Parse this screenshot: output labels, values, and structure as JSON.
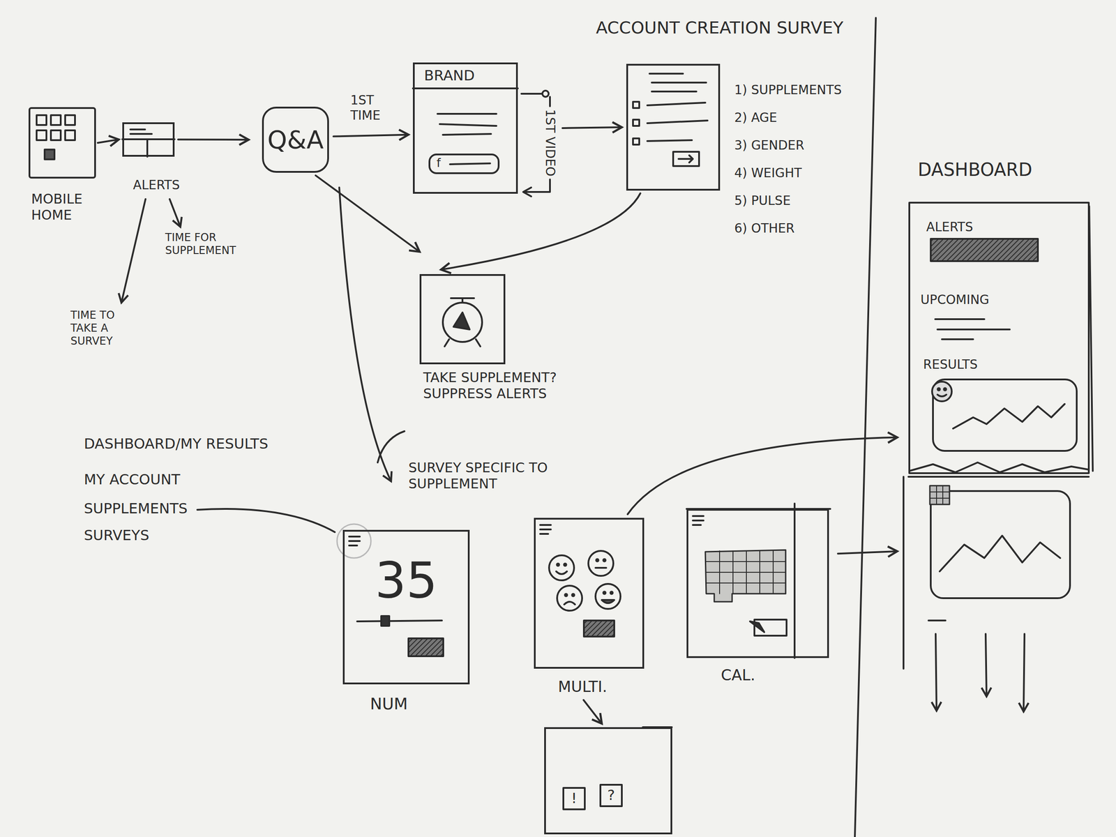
{
  "diagram": {
    "nodes": [
      {
        "text": [
          "MOBILE HOME"
        ]
      },
      {
        "text": [
          "ALERTS"
        ]
      },
      {
        "text": [
          "Q&A"
        ]
      },
      {
        "text": [
          "BRAND",
          "f"
        ]
      },
      {
        "text": [
          "1) SUPPLEMENTS",
          "2) AGE",
          "3) GENDER",
          "4) WEIGHT",
          "5) PULSE",
          "6) OTHER"
        ]
      },
      {
        "text": [
          "TAKE SUPPLEMENT? SUPPRESS ALERTS"
        ]
      },
      {
        "text": [
          "35",
          "NUM"
        ]
      },
      {
        "text": [
          "MULTI."
        ]
      },
      {
        "text": [
          "CAL."
        ]
      },
      {
        "text": [
          "!",
          "?"
        ]
      },
      {
        "text": [
          "DASHBOARD",
          "ALERTS",
          "UPCOMING",
          "RESULTS"
        ]
      }
    ],
    "edges": [
      {
        "from": 0,
        "to": 1,
        "arrow": "to"
      },
      {
        "from": 1,
        "to": 2,
        "arrow": "to"
      },
      {
        "from": 2,
        "to": 3,
        "label": "1ST TIME",
        "arrow": "to"
      },
      {
        "from": 3,
        "to": 4,
        "arrow": "to"
      },
      {
        "from": 4,
        "to": 5,
        "arrow": "to"
      },
      {
        "from": 2,
        "to": 5,
        "arrow": "to"
      },
      {
        "from": 7,
        "to": 9,
        "arrow": "to"
      },
      {
        "from": 7,
        "to": 10,
        "arrow": "to"
      },
      {
        "from": 8,
        "to": 10,
        "arrow": "to"
      }
    ],
    "labels": [
      "ACCOUNT CREATION SURVEY",
      "1ST VIDEO",
      "TIME FOR SUPPLEMENT",
      "TIME TO TAKE A SURVEY",
      "SURVEY SPECIFIC TO SUPPLEMENT",
      "DASHBOARD/MY RESULTS",
      "MY ACCOUNT",
      "SUPPLEMENTS",
      "SURVEYS"
    ]
  }
}
